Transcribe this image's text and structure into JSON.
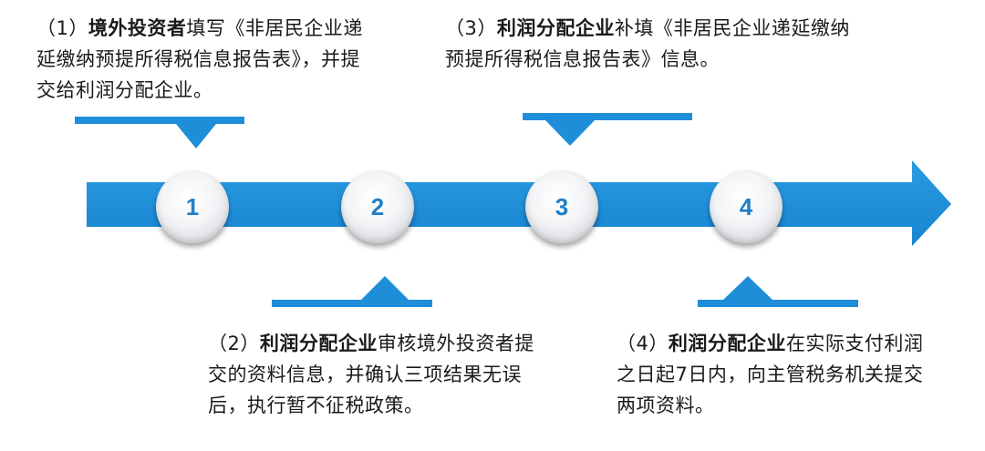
{
  "steps": [
    {
      "number": "1",
      "prefix": "（1）",
      "actor": "境外投资者",
      "text": "填写《非居民企业递延缴纳预提所得税信息报告表》，并提交给利润分配企业。"
    },
    {
      "number": "2",
      "prefix": "（2）",
      "actor": "利润分配企业",
      "text": "审核境外投资者提交的资料信息，并确认三项结果无误后，执行暂不征税政策。"
    },
    {
      "number": "3",
      "prefix": "（3）",
      "actor": "利润分配企业",
      "text": "补填《非居民企业递延缴纳预提所得税信息报告表》信息。"
    },
    {
      "number": "4",
      "prefix": "（4）",
      "actor": "利润分配企业",
      "text": "在实际支付利润之日起7日内，向主管税务机关提交两项资料。"
    }
  ],
  "colors": {
    "arrow": "#1f8ed8",
    "number": "#1f7fc9"
  }
}
